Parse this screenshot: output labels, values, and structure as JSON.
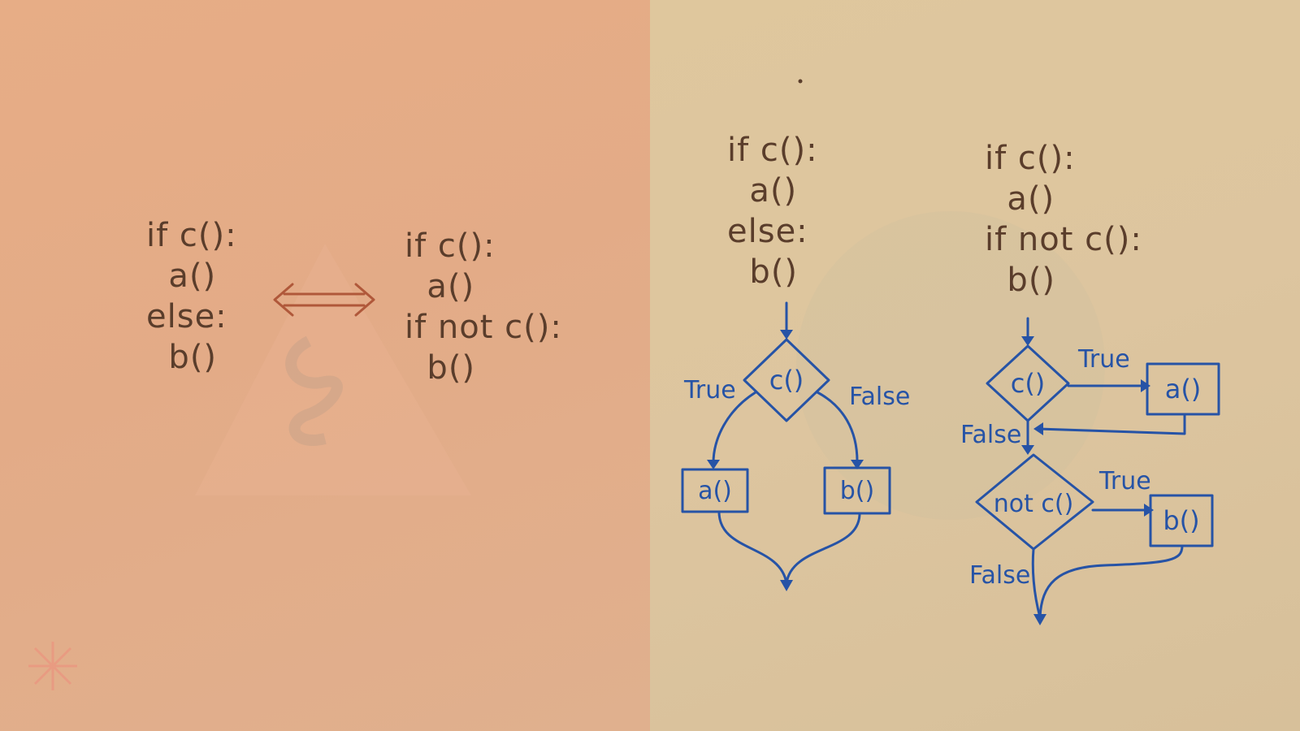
{
  "left": {
    "code_a": "if c():\n  a()\nelse:\n  b()",
    "code_b": "if c():\n  a()\nif not c():\n  b()",
    "equivalence_arrow": "double-arrow"
  },
  "right": {
    "code_a": "if c():\n  a()\nelse:\n  b()",
    "code_b": "if c():\n  a()\nif not c():\n  b()",
    "flow_a": {
      "condition": "c()",
      "true_label": "True",
      "false_label": "False",
      "box_true": "a()",
      "box_false": "b()"
    },
    "flow_b": {
      "condition": "c()",
      "true_label": "True",
      "false_label": "False",
      "box_a": "a()",
      "condition_2": "not c()",
      "true_label_2": "True",
      "false_label_2": "False",
      "box_b": "b()"
    }
  },
  "colors": {
    "left_bg": "#e5ad88",
    "right_bg": "#dcc49e",
    "code_ink": "#5a3d2b",
    "arrow_ink": "#b0583a",
    "diagram_ink": "#2653a6"
  }
}
